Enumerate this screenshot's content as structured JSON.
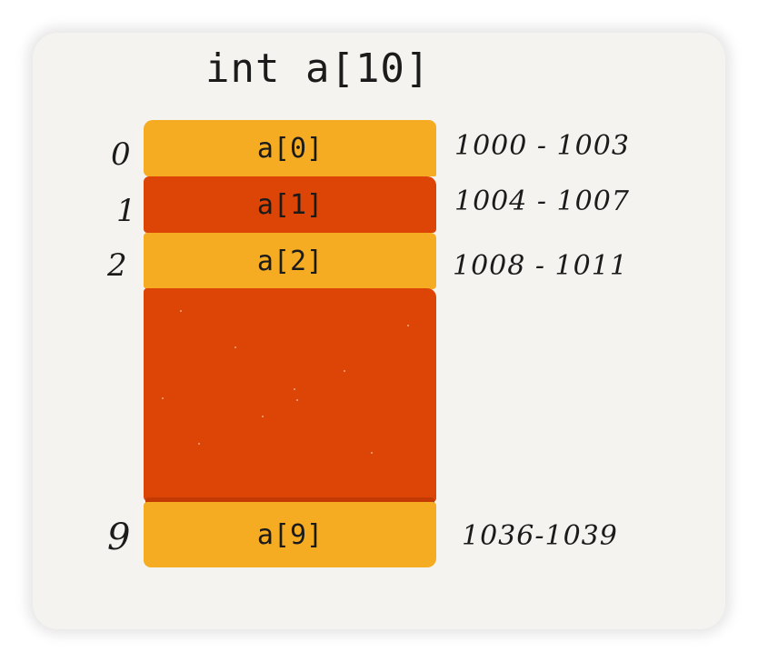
{
  "title": "int a[10]",
  "rows": [
    {
      "index": "0",
      "label": "a[0]",
      "address": "1000 - 1003"
    },
    {
      "index": "1",
      "label": "a[1]",
      "address": "1004 - 1007"
    },
    {
      "index": "2",
      "label": "a[2]",
      "address": "1008 - 1011"
    },
    {
      "index": "9",
      "label": "a[9]",
      "address": "1036-1039"
    }
  ],
  "colors": {
    "card_bg": "#f4f3f0",
    "cell_orange": "#f5ac23",
    "cell_red": "#dc4506",
    "ink": "#1b1b1b"
  }
}
